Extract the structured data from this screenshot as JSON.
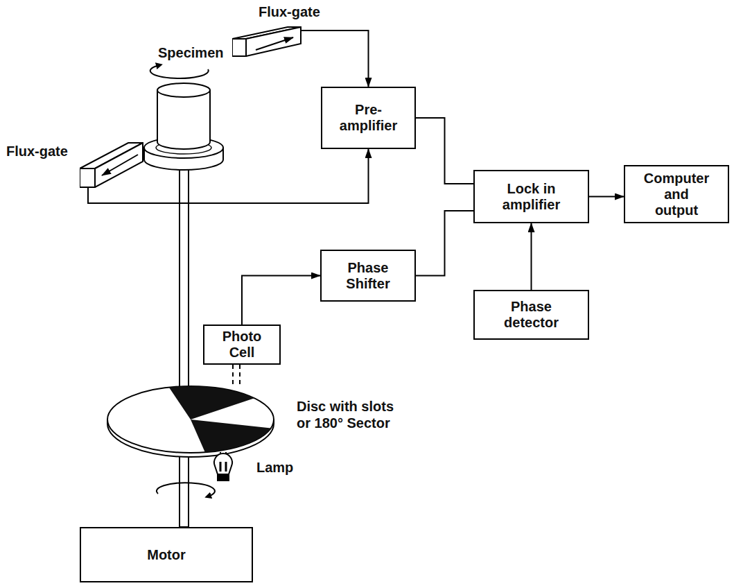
{
  "diagram": {
    "nodes": [
      {
        "text": [
          "Flux-gate"
        ]
      },
      {
        "text": [
          "Flux-gate"
        ]
      },
      {
        "text": [
          "Pre- amplifier"
        ]
      },
      {
        "text": [
          "Lock in amplifier"
        ]
      },
      {
        "text": [
          "Computer and output"
        ]
      },
      {
        "text": [
          "Phase Shifter"
        ]
      },
      {
        "text": [
          "Phase detector"
        ]
      },
      {
        "text": [
          "Photo Cell"
        ]
      },
      {
        "text": [
          "Motor"
        ]
      }
    ],
    "edges": [
      {
        "from": 0,
        "to": 2,
        "arrow": "to"
      },
      {
        "from": 1,
        "to": 2,
        "arrow": "to"
      },
      {
        "from": 2,
        "to": 3,
        "arrow": "none"
      },
      {
        "from": 5,
        "to": 3,
        "arrow": "none"
      },
      {
        "from": 7,
        "to": 5,
        "arrow": "to"
      },
      {
        "from": 6,
        "to": 3,
        "arrow": "to"
      },
      {
        "from": 3,
        "to": 4,
        "arrow": "to"
      }
    ],
    "labels": [
      "Specimen",
      "Disc with slots or 180° Sector",
      "Lamp"
    ]
  }
}
